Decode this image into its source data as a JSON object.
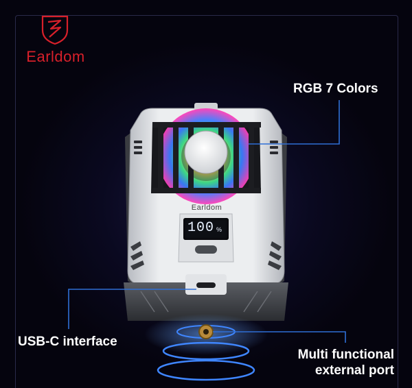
{
  "brand": {
    "name": "Earldom",
    "device_brand": "Earldom",
    "brand_color": "#d8202a"
  },
  "display": {
    "value": "100",
    "unit": "%"
  },
  "callouts": {
    "rgb": "RGB 7 Colors",
    "usb": "USB-C interface",
    "port_line1": "Multi functional",
    "port_line2": "external port"
  },
  "colors": {
    "background": "#060510",
    "callout_line": "#2f6fd6",
    "label_text": "#ffffff",
    "device_body": "#e9eaec"
  },
  "icons": {
    "logo": "shield-logo-icon",
    "fan": "rgb-fan-icon"
  }
}
